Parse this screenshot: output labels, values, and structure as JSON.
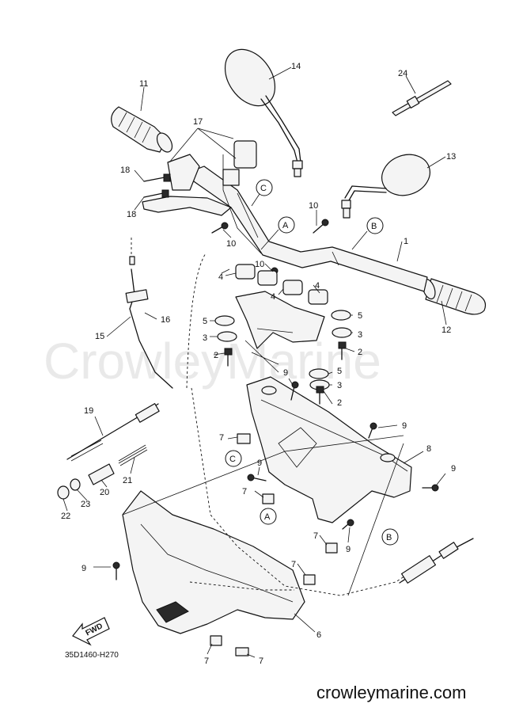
{
  "watermark": "CrowleyMarine",
  "footer_site": "crowleymarine.com",
  "drawing_code": "35D1460-H270",
  "fwd_label": "FWD",
  "callouts": [
    "A",
    "B",
    "C"
  ],
  "part_numbers": [
    "1",
    "2",
    "3",
    "4",
    "5",
    "6",
    "7",
    "8",
    "9",
    "10",
    "11",
    "12",
    "13",
    "14",
    "15",
    "16",
    "17",
    "18",
    "19",
    "20",
    "21",
    "22",
    "23",
    "24"
  ]
}
